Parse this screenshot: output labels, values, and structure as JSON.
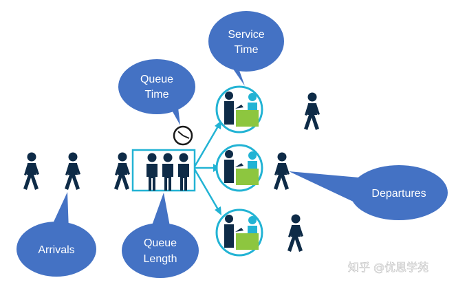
{
  "callouts": {
    "service_time": [
      "Service",
      "Time"
    ],
    "queue_time": [
      "Queue",
      "Time"
    ],
    "departures": "Departures",
    "arrivals": "Arrivals",
    "queue_length": [
      "Queue",
      "Length"
    ]
  },
  "watermark": "知乎 @优思学苑",
  "colors": {
    "bubble": "#4472c4",
    "person": "#0e2b47",
    "teal": "#22b3d4",
    "desk": "#8dc63f"
  },
  "icons": [
    "walking-person-icon",
    "standing-person-icon",
    "clock-icon",
    "service-counter-icon",
    "arrow-icon"
  ]
}
